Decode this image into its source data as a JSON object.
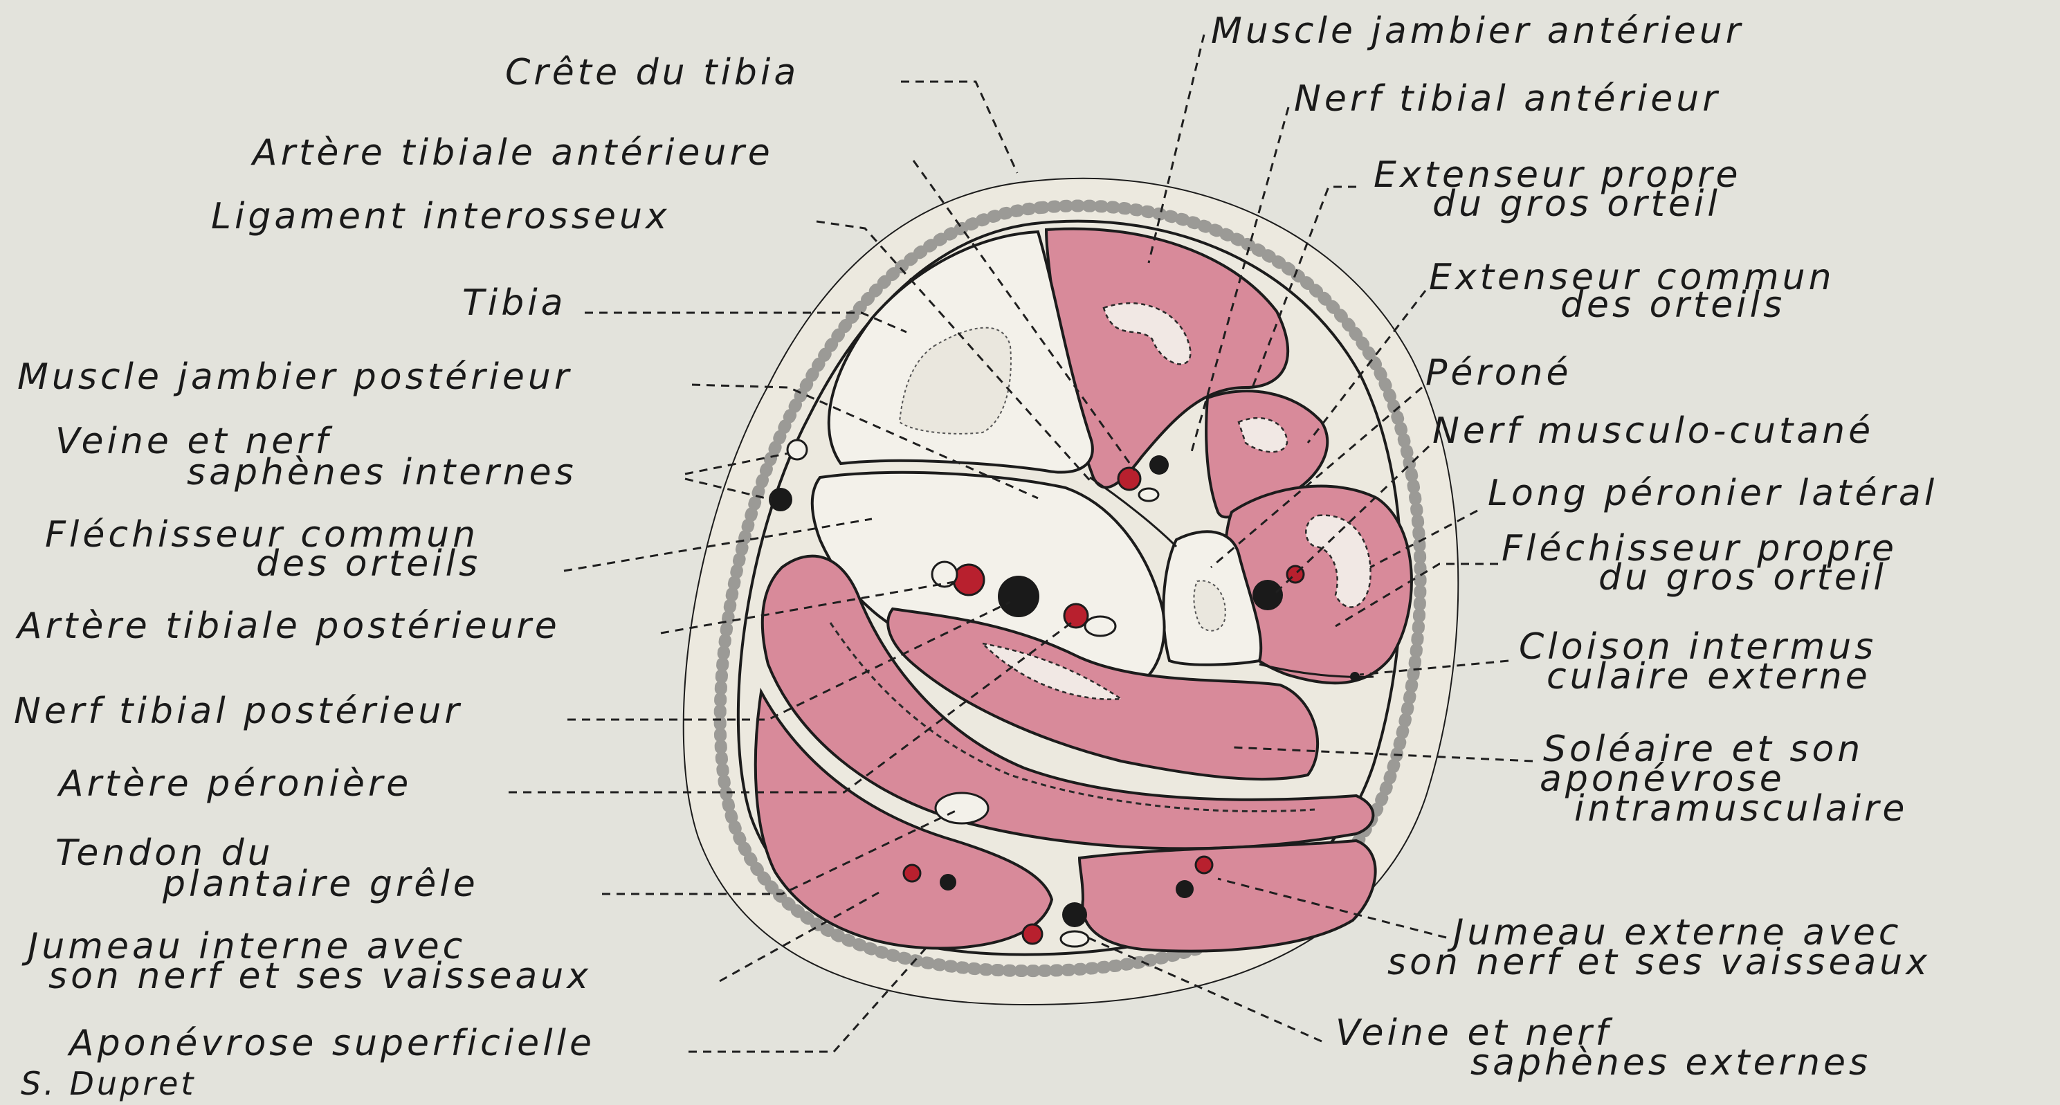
{
  "labels": {
    "crete_tibia": "Crête du tibia",
    "muscle_jambier_anterieur": "Muscle jambier antérieur",
    "nerf_tibial_anterieur": "Nerf tibial antérieur",
    "artere_tibiale_anterieure": "Artère tibiale antérieure",
    "extenseur_propre_1": "Extenseur propre",
    "extenseur_propre_2": "du gros orteil",
    "ligament_interosseux": "Ligament interosseux",
    "extenseur_commun_1": "Extenseur commun",
    "extenseur_commun_2": "des orteils",
    "tibia": "Tibia",
    "perone": "Péroné",
    "muscle_jambier_posterieur": "Muscle jambier postérieur",
    "nerf_musculo_cutane": "Nerf musculo-cutané",
    "veine_nerf_saphenes_int_1": "Veine et nerf",
    "veine_nerf_saphenes_int_2": "saphènes internes",
    "long_peronier_lateral": "Long péronier latéral",
    "flechisseur_commun_1": "Fléchisseur commun",
    "flechisseur_commun_2": "des orteils",
    "flechisseur_propre_1": "Fléchisseur propre",
    "flechisseur_propre_2": "du gros orteil",
    "artere_tibiale_posterieure": "Artère tibiale postérieure",
    "cloison_1": "Cloison intermus",
    "cloison_2": "culaire externe",
    "nerf_tibial_posterieur": "Nerf tibial postérieur",
    "soleaire_1": "Soléaire et son",
    "soleaire_2": "aponévrose",
    "soleaire_3": "intramusculaire",
    "artere_peroniere": "Artère péronière",
    "tendon_plantaire_1": "Tendon du",
    "tendon_plantaire_2": "plantaire grêle",
    "jumeau_interne_1": "Jumeau interne avec",
    "jumeau_interne_2": "son nerf et ses vaisseaux",
    "jumeau_externe_1": "Jumeau externe avec",
    "jumeau_externe_2": "son nerf et ses vaisseaux",
    "aponevrose_superficielle": "Aponévrose superficielle",
    "veine_nerf_saphenes_ext_1": "Veine et nerf",
    "veine_nerf_saphenes_ext_2": "saphènes externes"
  },
  "signature": "S. Dupret",
  "colors": {
    "background": "#e3e3dc",
    "muscle": "#d88a9a",
    "artery": "#b8202e",
    "ink": "#1a1a1a"
  }
}
